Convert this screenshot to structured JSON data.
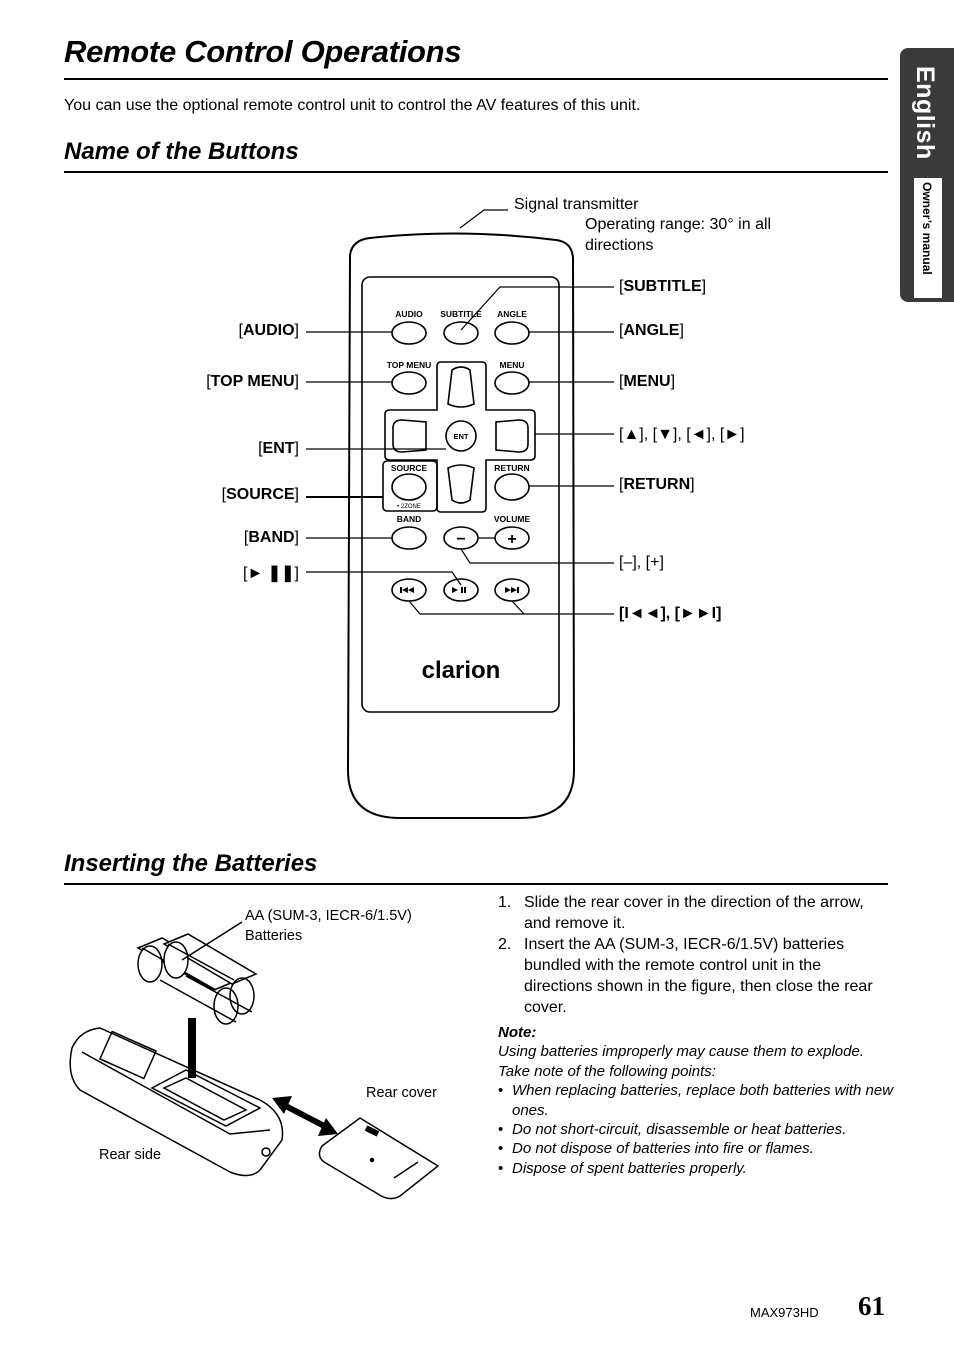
{
  "title": "Remote Control Operations",
  "intro": "You can use the optional remote control unit to control the AV features of this unit.",
  "sidetab": {
    "language": "English",
    "manual": "Owner’s manual"
  },
  "section1": {
    "heading": "Name of the Buttons",
    "signal_title": "Signal transmitter",
    "signal_range_1": "Operating range: 30° in all",
    "signal_range_2": "directions",
    "labels_left": {
      "audio": "AUDIO",
      "top_menu": "TOP MENU",
      "ent": "ENT",
      "source": "SOURCE",
      "band": "BAND",
      "play_pause": "► ❚❚"
    },
    "labels_right": {
      "subtitle": "SUBTITLE",
      "angle": "ANGLE",
      "menu": "MENU",
      "arrows": "[▲], [▼], [◄], [►]",
      "return": "RETURN",
      "volume": "[–], [+]",
      "skip": "[I◄◄], [►►I]"
    },
    "remote_printed": {
      "audio": "AUDIO",
      "subtitle": "SUBTITLE",
      "angle": "ANGLE",
      "top_menu": "TOP MENU",
      "menu": "MENU",
      "ent": "ENT",
      "source": "SOURCE",
      "zone": "• 2ZONE",
      "return": "RETURN",
      "band": "BAND",
      "volume": "VOLUME",
      "minus": "−",
      "plus": "+",
      "brand": "clarion"
    }
  },
  "section2": {
    "heading": "Inserting the Batteries",
    "battery_label_1": "AA (SUM-3, IECR-6/1.5V)",
    "battery_label_2": "Batteries",
    "rear_cover": "Rear cover",
    "rear_side": "Rear side",
    "steps": [
      {
        "num": "1.",
        "text": "Slide the rear cover in the direction of the arrow, and remove it."
      },
      {
        "num": "2.",
        "text": "Insert the AA (SUM-3, IECR-6/1.5V) batteries bundled with the remote control unit in the directions shown in the figure, then close the rear cover."
      }
    ],
    "note_heading": "Note:",
    "note_text": "Using batteries improperly may cause them to explode. Take note of the following points:",
    "note_bullets": [
      "When replacing batteries, replace both batteries with new ones.",
      "Do not short-circuit, disassemble or heat batteries.",
      "Do not dispose of batteries into fire or flames.",
      "Dispose of spent batteries properly."
    ]
  },
  "footer": {
    "model": "MAX973HD",
    "page": "61"
  }
}
